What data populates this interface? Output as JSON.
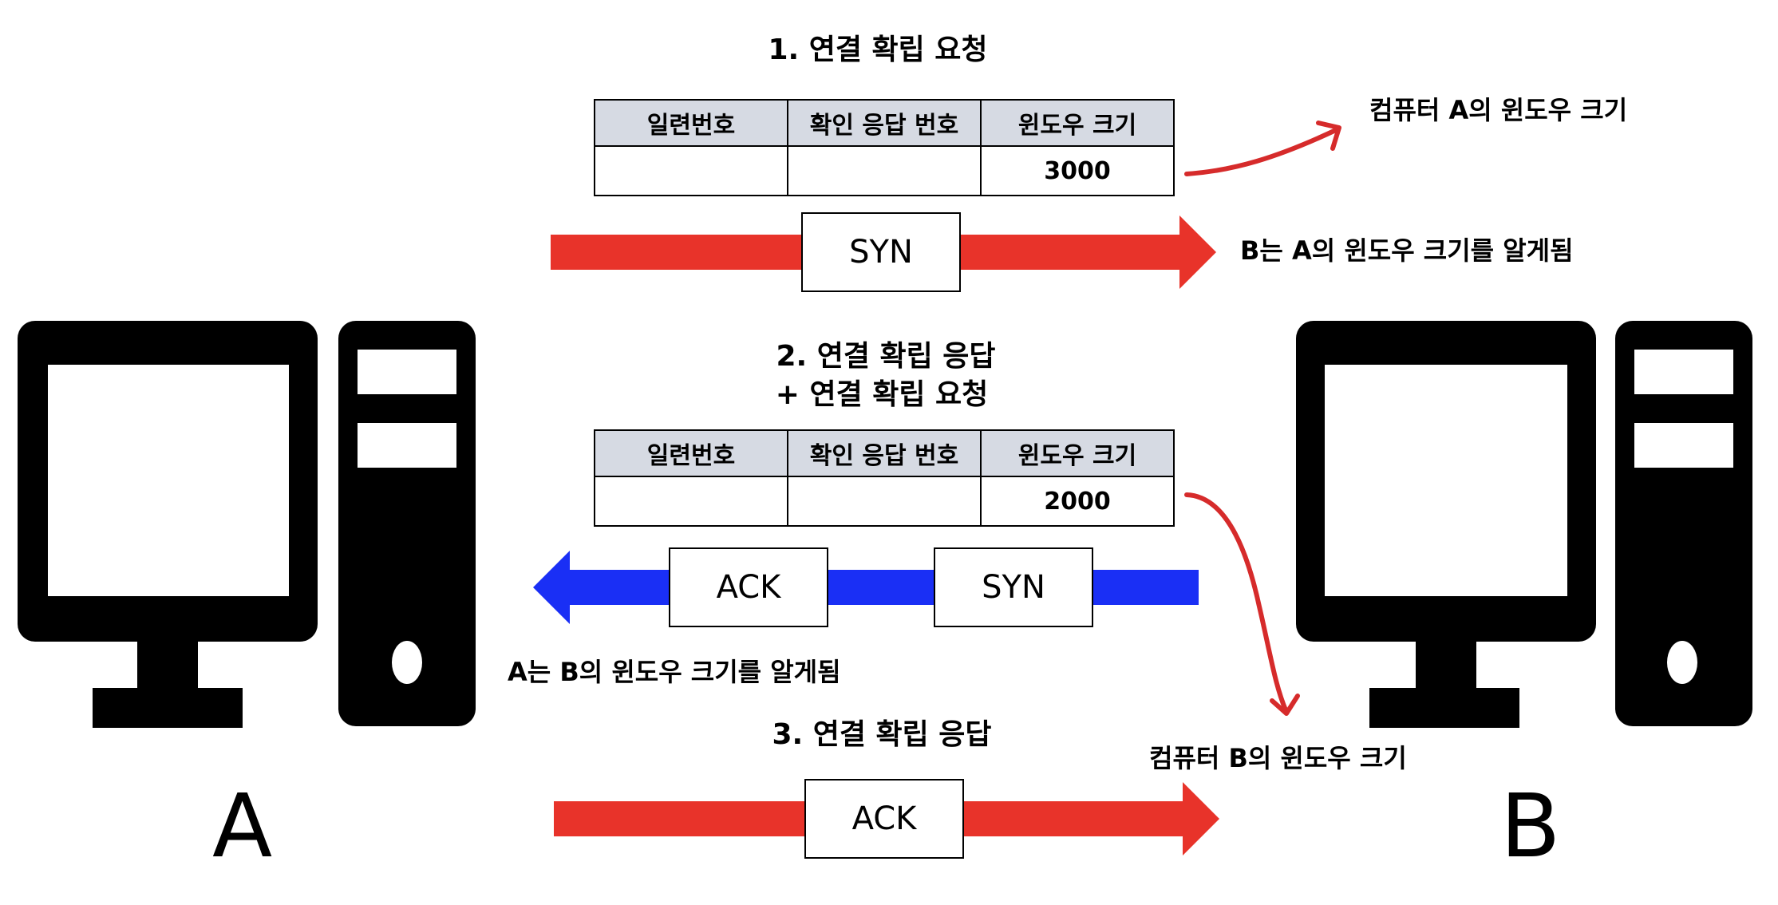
{
  "step1": {
    "title": "1. 연결 확립 요청",
    "table": {
      "headers": [
        "일련번호",
        "확인 응답 번호",
        "윈도우 크기"
      ],
      "values": [
        "",
        "",
        "3000"
      ]
    },
    "packets": [
      "SYN"
    ],
    "note_top": "컴퓨터 A의 윈도우 크기",
    "note_right": "B는 A의 윈도우 크기를 알게됨"
  },
  "step2": {
    "title_line1": "2. 연결 확립 응답",
    "title_line2": "+ 연결 확립 요청",
    "table": {
      "headers": [
        "일련번호",
        "확인 응답 번호",
        "윈도우 크기"
      ],
      "values": [
        "",
        "",
        "2000"
      ]
    },
    "packets": [
      "ACK",
      "SYN"
    ],
    "note_left": "A는 B의 윈도우 크기를 알게됨",
    "note_right": "컴퓨터 B의 윈도우 크기"
  },
  "step3": {
    "title": "3. 연결 확립 응답",
    "packets": [
      "ACK"
    ]
  },
  "computers": {
    "left_label": "A",
    "right_label": "B"
  },
  "colors": {
    "red_arrow": "#e8332a",
    "blue_arrow": "#1a2ff5",
    "header_fill": "#d6dae3",
    "annotation": "#d62b2b"
  }
}
